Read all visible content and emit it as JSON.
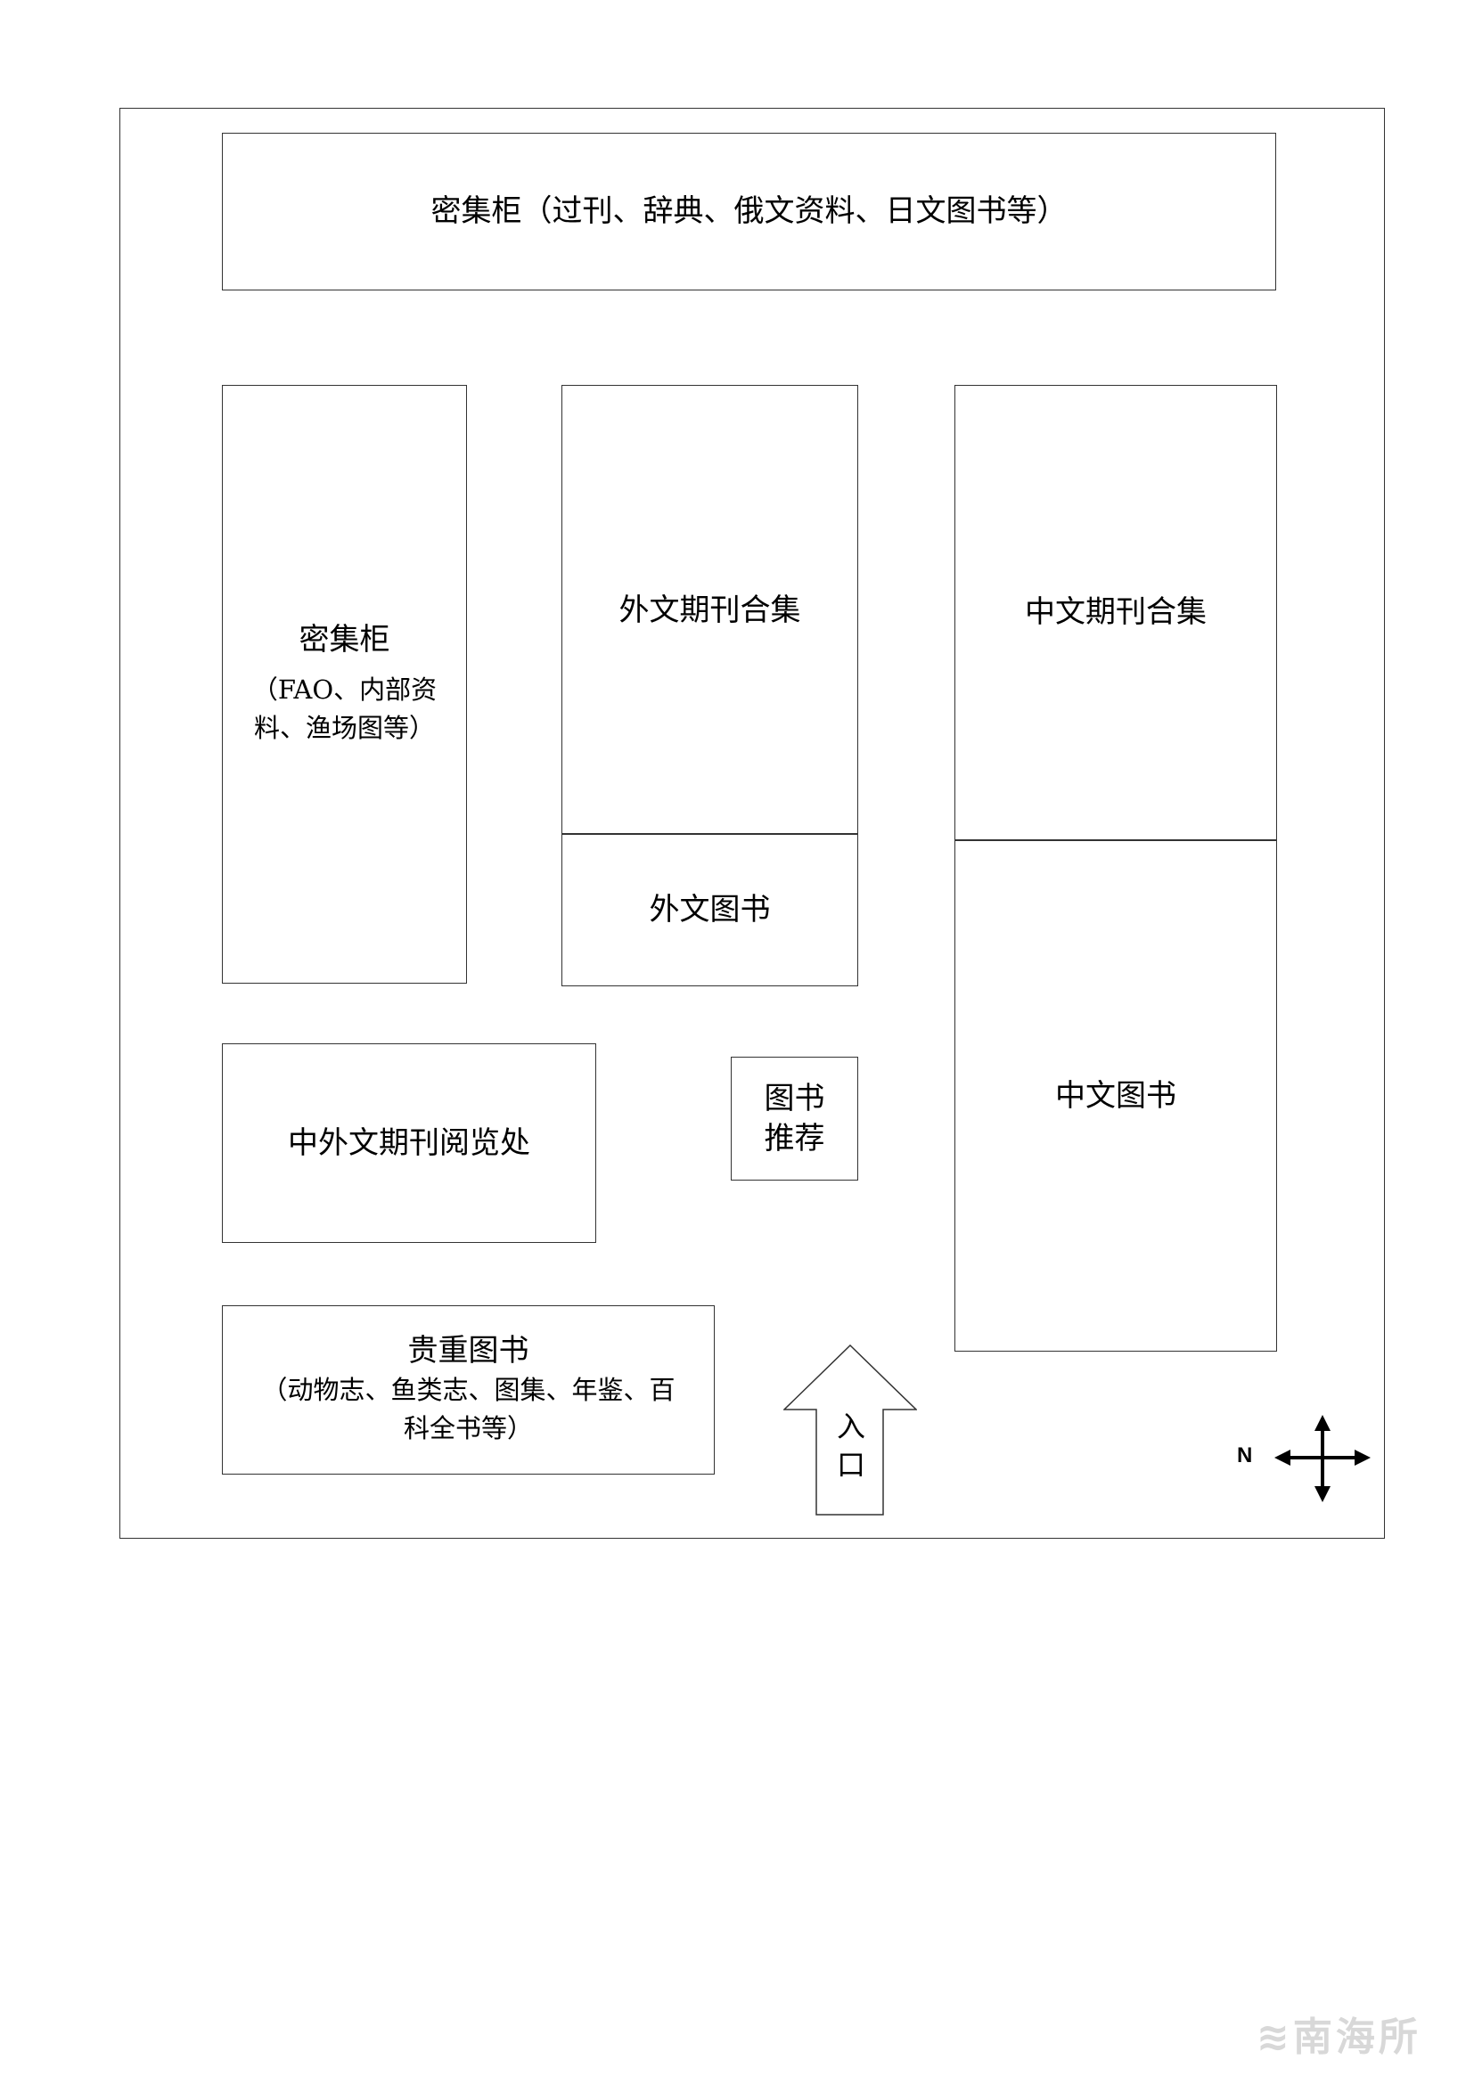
{
  "title_areas": {
    "compact_top": "密集柜（过刊、辞典、俄文资料、日文图书等）",
    "compact_left_title": "密集柜",
    "compact_left_sub": "（FAO、内部资料、渔场图等）",
    "foreign_journals": "外文期刊合集",
    "foreign_books": "外文图书",
    "chinese_journals": "中文期刊合集",
    "chinese_books": "中文图书",
    "reading_area": "中外文期刊阅览处",
    "recommend": "图书推荐",
    "valuable_title": "贵重图书",
    "valuable_sub": "（动物志、鱼类志、图集、年鉴、百科全书等）",
    "entrance": "入口"
  },
  "compass": {
    "label": "N"
  },
  "watermark": "南海所"
}
